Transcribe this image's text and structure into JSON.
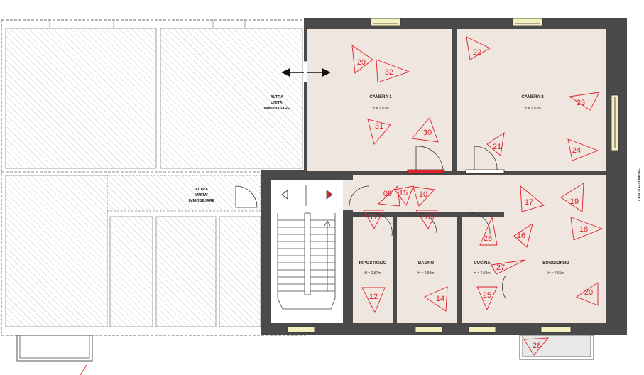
{
  "other_units": [
    {
      "id": "other-unit-north",
      "label_lines": [
        "ALTRA",
        "UNITA'",
        "IMMOBILIARE"
      ]
    },
    {
      "id": "other-unit-south",
      "label_lines": [
        "ALTRA",
        "UNITA'",
        "IMMOBILIARE"
      ]
    }
  ],
  "rooms": [
    {
      "id": "camera-1",
      "name": "CAMERA 1",
      "height": "H = 2,91m"
    },
    {
      "id": "camera-2",
      "name": "CAMERA 2",
      "height": "H = 2,92m"
    },
    {
      "id": "ripostiglio",
      "name": "RIPOSTIGLIO",
      "height": "H = 2,87m"
    },
    {
      "id": "bagno",
      "name": "BAGNO",
      "height": "H = 2,89m"
    },
    {
      "id": "cucina",
      "name": "CUCINA",
      "height": "H = 2,89m"
    },
    {
      "id": "soggiorno",
      "name": "SOGGIORNO",
      "height": "H = 2,91m"
    }
  ],
  "side_label": "CORTILE COMUNE",
  "photo_points": [
    "09",
    "10",
    "11",
    "12",
    "13",
    "14",
    "15",
    "16",
    "17",
    "18",
    "19",
    "20",
    "21",
    "22",
    "23",
    "24",
    "25",
    "26",
    "27",
    "28",
    "29",
    "30",
    "31",
    "32"
  ],
  "colors": {
    "wall": "#4a4a4a",
    "room_fill": "#efe7df",
    "annotation": "#e0202a",
    "window_frame": "#f4efbe",
    "hatch": "#b5b5b5"
  }
}
